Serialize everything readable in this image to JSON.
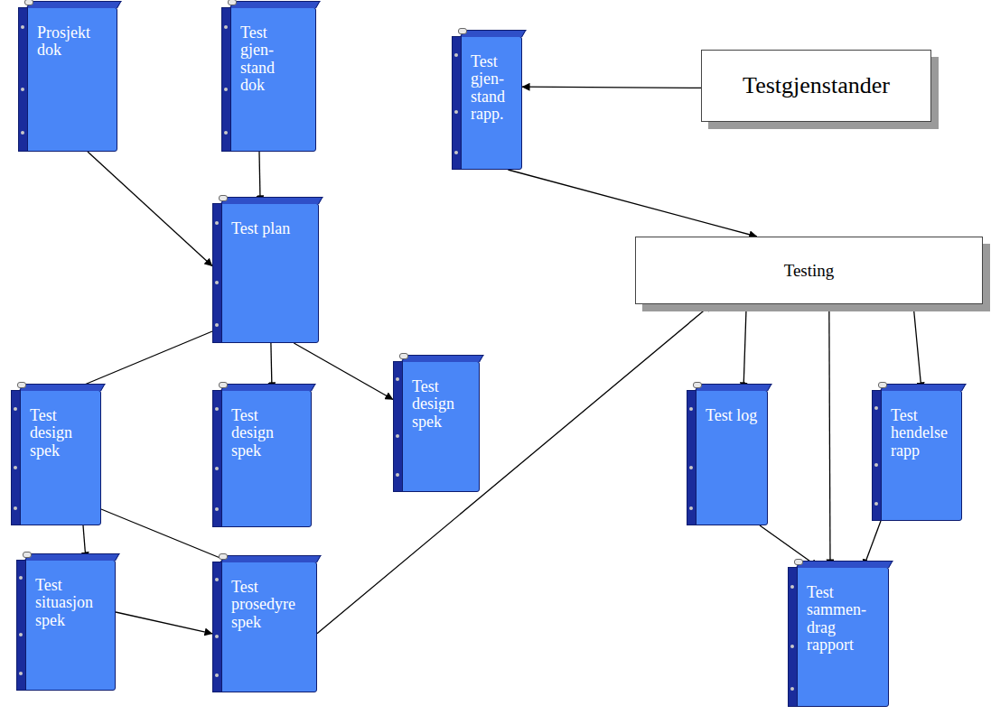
{
  "diagram": {
    "nodes": [
      {
        "text": [
          "Prosjekt dok"
        ]
      },
      {
        "text": [
          "Test gjen-stand dok"
        ]
      },
      {
        "text": [
          "Test gjen-stand rapp."
        ]
      },
      {
        "text": [
          "Testgjenstander"
        ]
      },
      {
        "text": [
          "Test plan"
        ]
      },
      {
        "text": [
          "Testing"
        ]
      },
      {
        "text": [
          "Test design spek"
        ]
      },
      {
        "text": [
          "Test design spek"
        ]
      },
      {
        "text": [
          "Test design spek"
        ]
      },
      {
        "text": [
          "Test log"
        ]
      },
      {
        "text": [
          "Test hendelse rapp"
        ]
      },
      {
        "text": [
          "Test situasjon spek"
        ]
      },
      {
        "text": [
          "Test prosedyre spek"
        ]
      },
      {
        "text": [
          "Test sammen-drag rapport"
        ]
      }
    ],
    "edges": [
      {
        "from": 0,
        "to": 4,
        "arrow": "to"
      },
      {
        "from": 1,
        "to": 4,
        "arrow": "to"
      },
      {
        "from": 3,
        "to": 2,
        "arrow": "to"
      },
      {
        "from": 2,
        "to": 5,
        "arrow": "to"
      },
      {
        "from": 4,
        "to": 6,
        "arrow": "to"
      },
      {
        "from": 4,
        "to": 7,
        "arrow": "to"
      },
      {
        "from": 4,
        "to": 8,
        "arrow": "to"
      },
      {
        "from": 6,
        "to": 11,
        "arrow": "to"
      },
      {
        "from": 6,
        "to": 12,
        "arrow": "to"
      },
      {
        "from": 11,
        "to": 12,
        "arrow": "to"
      },
      {
        "from": 12,
        "to": 5,
        "arrow": "to"
      },
      {
        "from": 5,
        "to": 9,
        "arrow": "to"
      },
      {
        "from": 5,
        "to": 13,
        "arrow": "to"
      },
      {
        "from": 5,
        "to": 10,
        "arrow": "to"
      },
      {
        "from": 9,
        "to": 13,
        "arrow": "to"
      },
      {
        "from": 10,
        "to": 13,
        "arrow": "to"
      }
    ]
  }
}
